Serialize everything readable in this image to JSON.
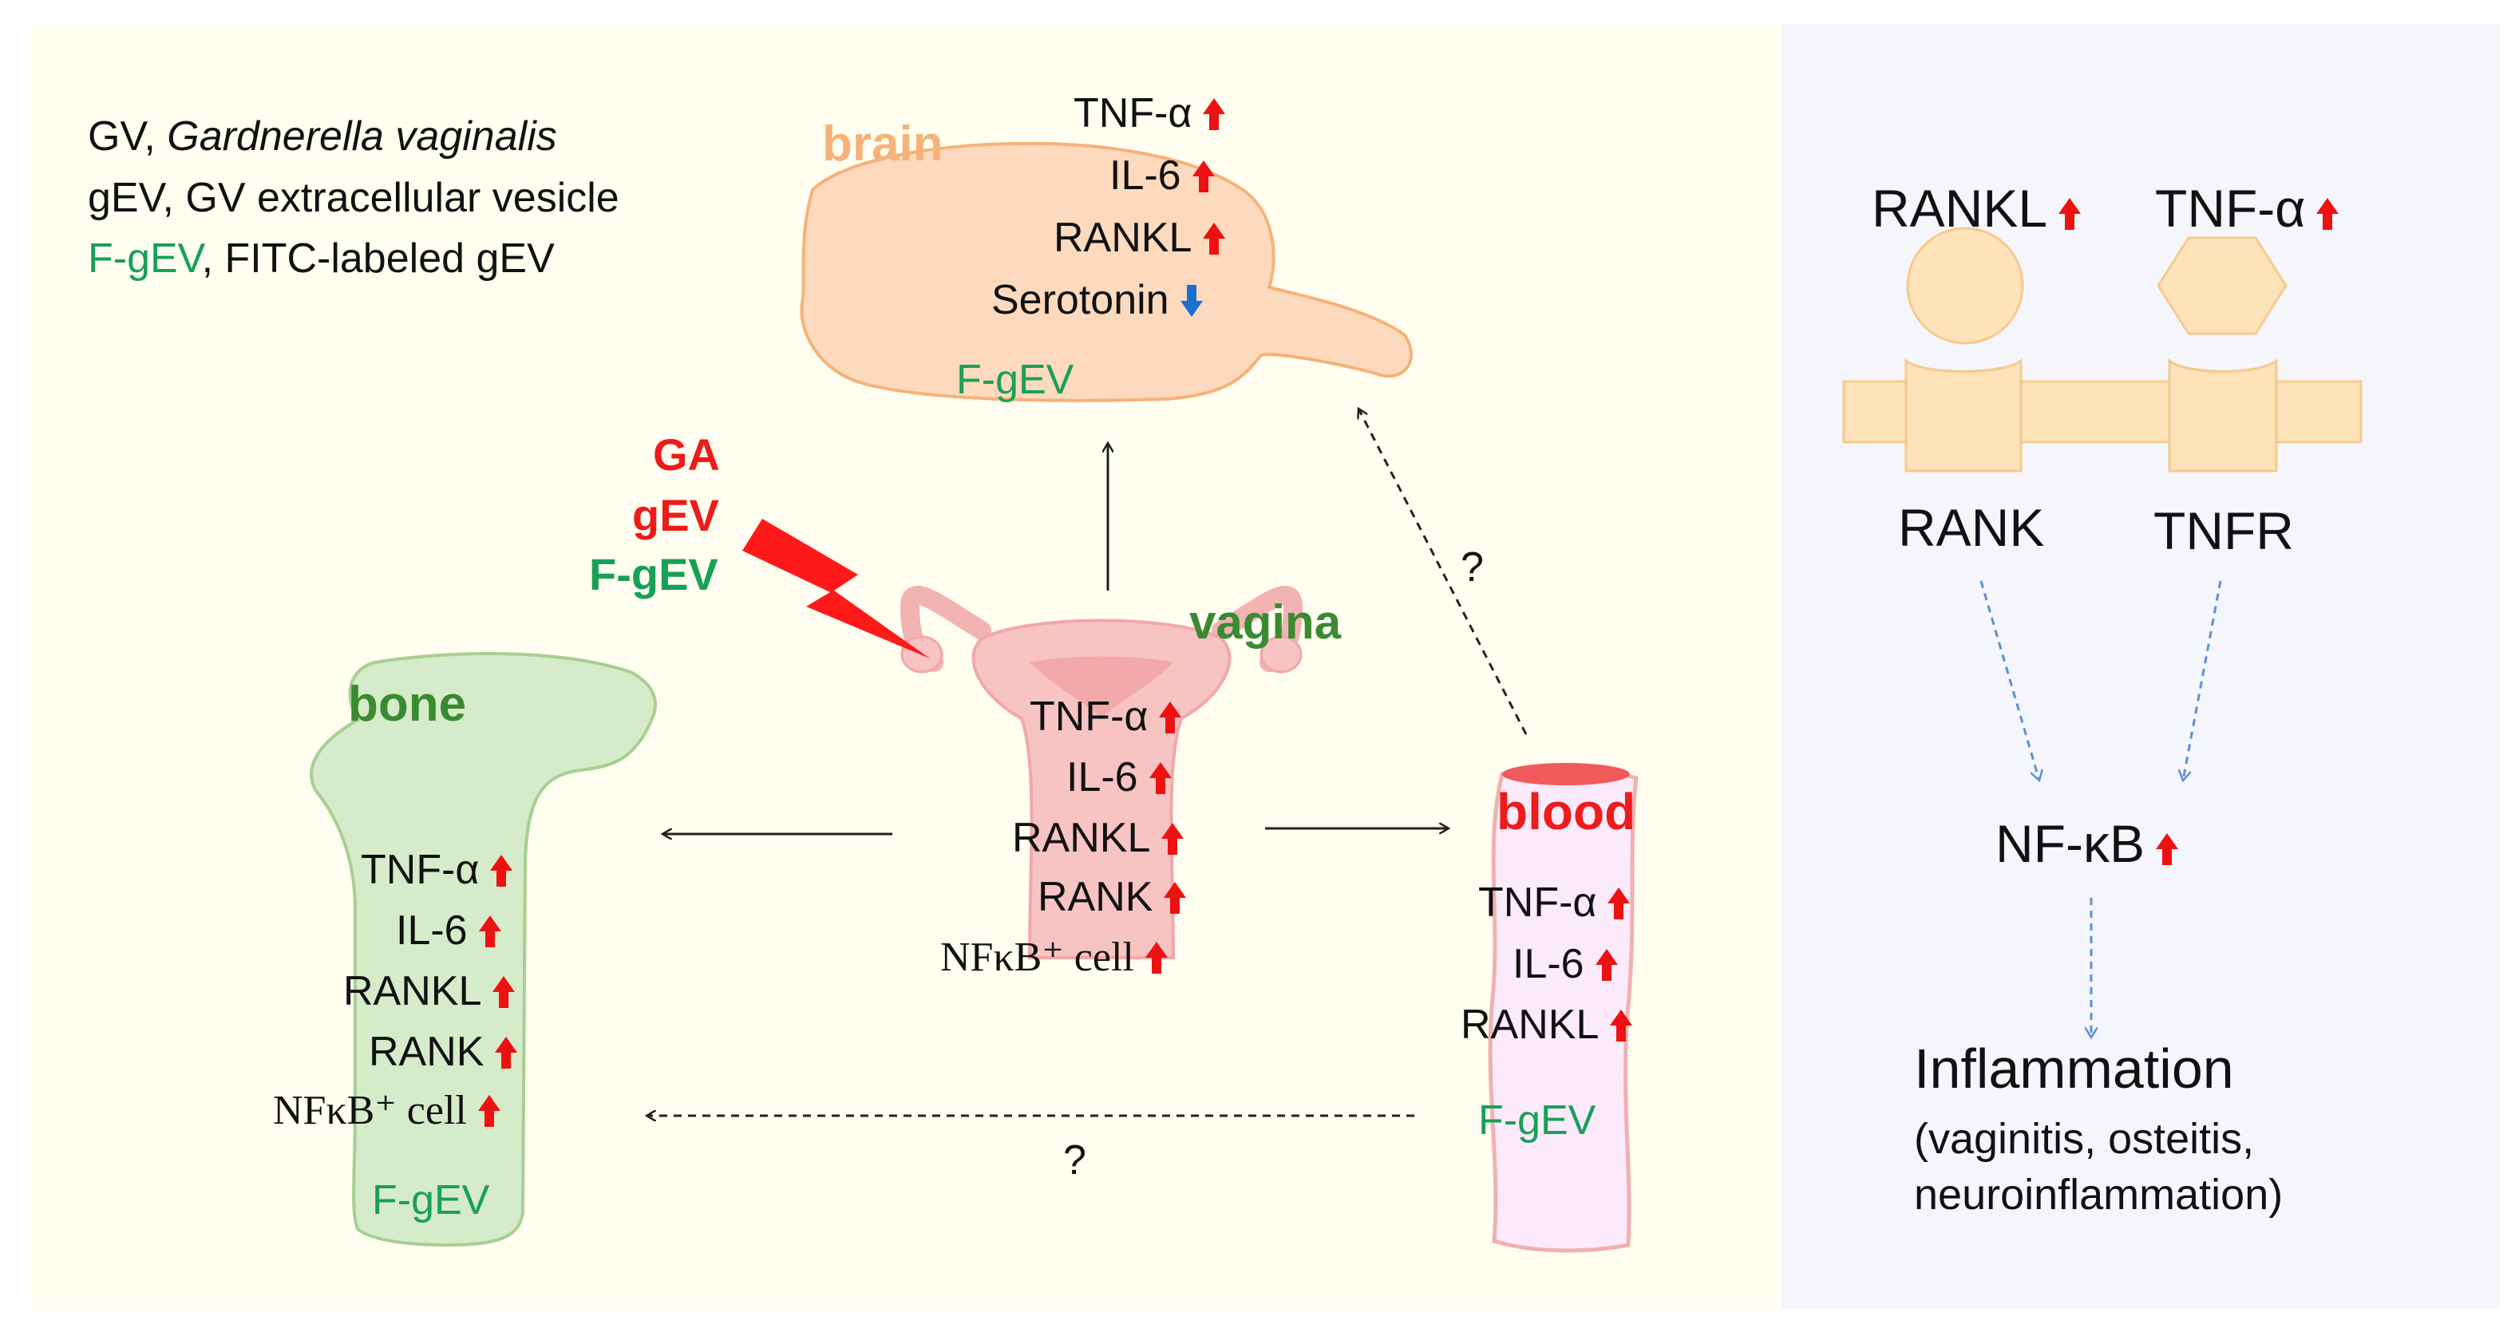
{
  "legend": {
    "line1_abbr": "GV, ",
    "line1_full": "Gardnerella vaginalis",
    "line2": "gEV, GV extracellular vesicle",
    "line3_abbr": "F-gEV",
    "line3_rest": ", FITC-labeled gEV"
  },
  "treatment": {
    "ga": "GA",
    "gev": "gEV",
    "fgev": "F-gEV"
  },
  "brain": {
    "title": "brain",
    "markers": [
      {
        "label": "TNF-α",
        "trend": "up"
      },
      {
        "label": "IL-6",
        "trend": "up"
      },
      {
        "label": "RANKL",
        "trend": "up"
      },
      {
        "label": "Serotonin",
        "trend": "down"
      }
    ],
    "fgev": "F-gEV"
  },
  "vagina": {
    "title": "vagina",
    "markers": [
      {
        "label": "TNF-α",
        "trend": "up"
      },
      {
        "label": "IL-6",
        "trend": "up"
      },
      {
        "label": "RANKL",
        "trend": "up"
      },
      {
        "label": "RANK",
        "trend": "up"
      },
      {
        "label": "NFκB⁺ cell",
        "trend": "up"
      }
    ]
  },
  "bone": {
    "title": "bone",
    "markers": [
      {
        "label": "TNF-α",
        "trend": "up"
      },
      {
        "label": "IL-6",
        "trend": "up"
      },
      {
        "label": "RANKL",
        "trend": "up"
      },
      {
        "label": "RANK",
        "trend": "up"
      },
      {
        "label": "NFκB⁺ cell",
        "trend": "up"
      }
    ],
    "fgev": "F-gEV"
  },
  "blood": {
    "title": "blood",
    "markers": [
      {
        "label": "TNF-α",
        "trend": "up"
      },
      {
        "label": "IL-6",
        "trend": "up"
      },
      {
        "label": "RANKL",
        "trend": "up"
      }
    ],
    "fgev": "F-gEV"
  },
  "unknown_marks": {
    "blood_to_brain": "?",
    "blood_to_bone": "?"
  },
  "pathway": {
    "ligand_rankl": "RANKL",
    "ligand_tnfa": "TNF-α",
    "receptor_rank": "RANK",
    "receptor_tnfr": "TNFR",
    "nfkb": "NF-κB",
    "outcome": "Inflammation",
    "outcome_detail_1": "(vaginitis, osteitis,",
    "outcome_detail_2": "neuroinflammation)"
  },
  "colors": {
    "up_arrow": "#ee1111",
    "down_arrow": "#1b6fd1",
    "fitc_green": "#19a058",
    "organ_green": "#3a8a32",
    "brain_fill": "#fdd9bd",
    "uterus_fill": "#f7c3c3",
    "bone_fill": "#d6ebc9",
    "receptor_fill": "#fde2ba"
  }
}
